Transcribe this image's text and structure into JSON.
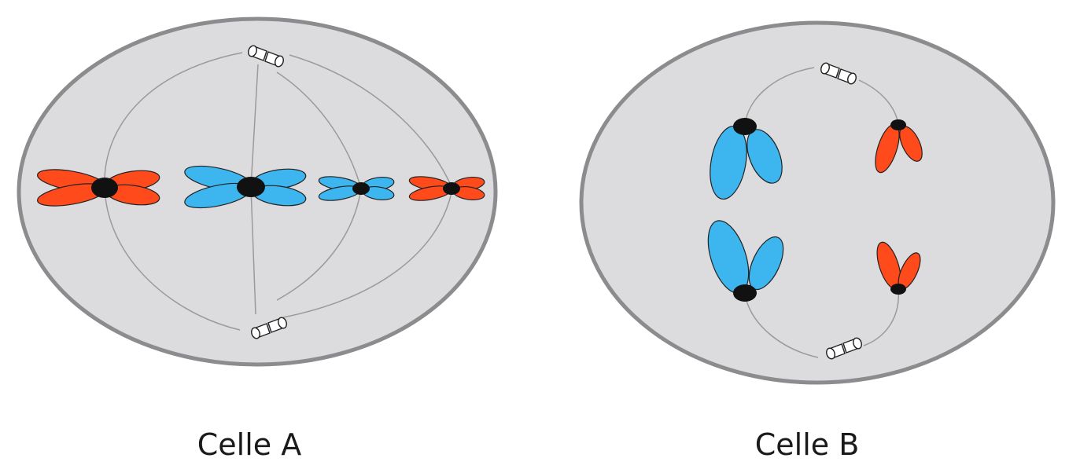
{
  "cells": [
    {
      "label": "Celle A",
      "stage": "metaphase",
      "chromosomes": [
        {
          "color": "red",
          "size": "large"
        },
        {
          "color": "blue",
          "size": "large"
        },
        {
          "color": "blue",
          "size": "small"
        },
        {
          "color": "red",
          "size": "small"
        }
      ]
    },
    {
      "label": "Celle B",
      "stage": "anaphase",
      "chromosomes": [
        {
          "color": "blue",
          "size": "large",
          "pole": "top"
        },
        {
          "color": "red",
          "size": "small",
          "pole": "top"
        },
        {
          "color": "blue",
          "size": "large",
          "pole": "bottom"
        },
        {
          "color": "red",
          "size": "small",
          "pole": "bottom"
        }
      ]
    }
  ],
  "colors": {
    "cell_fill": "#dcdcde",
    "cell_outline": "#8c8c8e",
    "red_chromosome": "#ff4a1c",
    "blue_chromosome": "#3db5ef",
    "centromere": "#111111",
    "spindle": "#9a9a9a"
  }
}
